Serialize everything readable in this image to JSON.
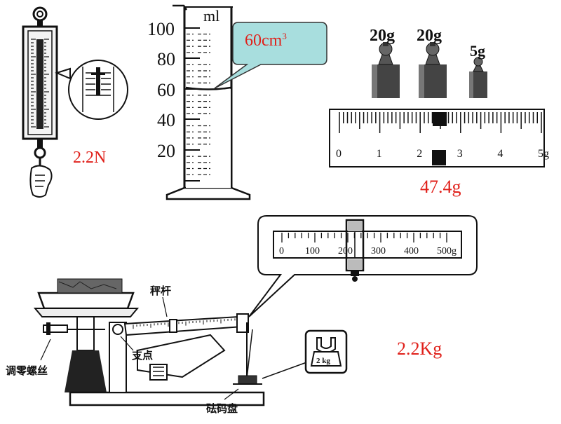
{
  "spring_scale": {
    "reading": "2.2N"
  },
  "cylinder": {
    "unit": "ml",
    "ticks": [
      "100",
      "80",
      "60",
      "40",
      "20"
    ],
    "bubble_value": "60cm",
    "bubble_exp": "3"
  },
  "balance": {
    "weights": [
      "20g",
      "20g",
      "5g"
    ],
    "ruler_ticks": [
      "0",
      "1",
      "2",
      "3",
      "4",
      "5g"
    ],
    "reading": "47.4g"
  },
  "steelyard": {
    "zoom_ticks": [
      "0",
      "100",
      "200",
      "300",
      "400",
      "500",
      "g"
    ],
    "labels": {
      "beam": "秤杆",
      "fulcrum": "支点",
      "zero_screw": "调零螺丝",
      "weight_pan": "砝码盘",
      "weight_tag": "2 kg"
    },
    "reading": "2.2Kg"
  },
  "colors": {
    "annotation": "#e0201a",
    "bubble_fill": "#a8dede",
    "ink": "#111111"
  }
}
